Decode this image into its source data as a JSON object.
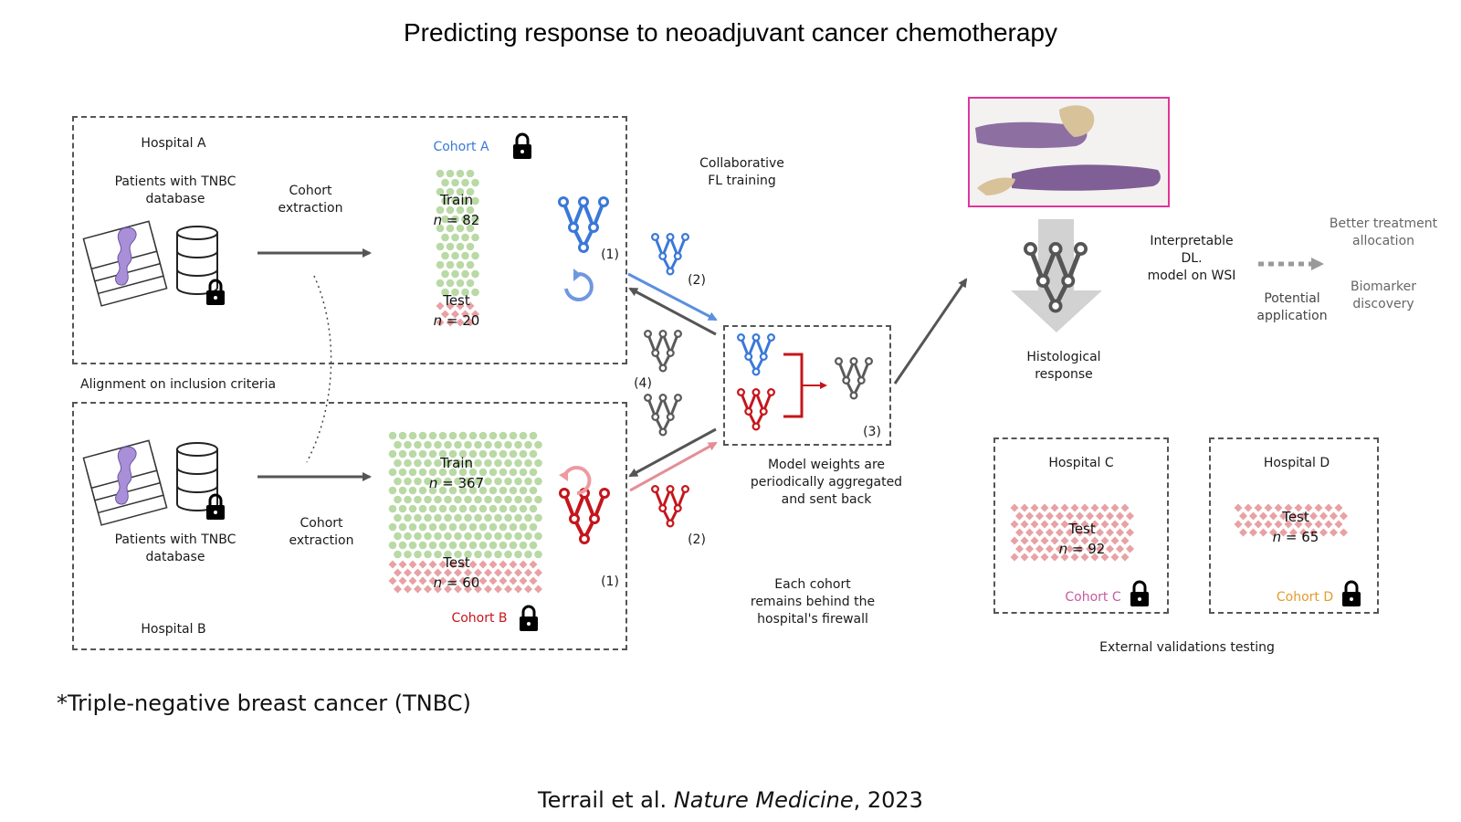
{
  "title": "Predicting response to neoadjuvant cancer chemotherapy",
  "footnote": "*Triple-negative breast cancer (TNBC)",
  "citation": {
    "authors": "Terrail et al. ",
    "journal": "Nature Medicine",
    "year": ", 2023"
  },
  "hospital_a": {
    "label": "Hospital A",
    "patients": "Patients with TNBC\ndatabase",
    "extraction": "Cohort\nextraction",
    "cohort": "Cohort A",
    "train_label": "Train",
    "train_n": "= 82",
    "test_label": "Test",
    "test_n": "= 20"
  },
  "hospital_b": {
    "label": "Hospital B",
    "patients": "Patients with TNBC\ndatabase",
    "extraction": "Cohort\nextraction",
    "cohort": "Cohort B",
    "train_label": "Train",
    "train_n": "= 367",
    "test_label": "Test",
    "test_n": "= 60"
  },
  "n_symbol": "n",
  "alignment": "Alignment on inclusion criteria",
  "fl_training": "Collaborative\nFL training",
  "steps": {
    "s1": "(1)",
    "s2": "(2)",
    "s3": "(3)",
    "s4": "(4)"
  },
  "aggregation": "Model weights are\nperiodically aggregated\nand sent back",
  "firewall": "Each cohort\nremains behind the\nhospital's firewall",
  "histological": "Histological\nresponse",
  "interpretable": "Interpretable\nDL.\nmodel on WSI",
  "better_treatment": "Better treatment\nallocation",
  "biomarker": "Biomarker\ndiscovery",
  "potential": "Potential\napplication",
  "hospital_c": {
    "label": "Hospital C",
    "test_label": "Test",
    "test_n": "= 92",
    "cohort": "Cohort C"
  },
  "hospital_d": {
    "label": "Hospital D",
    "test_label": "Test",
    "test_n": "= 65",
    "cohort": "Cohort D"
  },
  "external": "External validations testing",
  "colors": {
    "blue": "#3a78d8",
    "red": "#c4161c",
    "grey": "#5a5a5a",
    "green_dot": "#b9d9a5",
    "red_dot": "#e8a1a4",
    "pink_frame": "#e0359a",
    "cohort_c": "#c85aa0",
    "cohort_d": "#e59a2b"
  }
}
